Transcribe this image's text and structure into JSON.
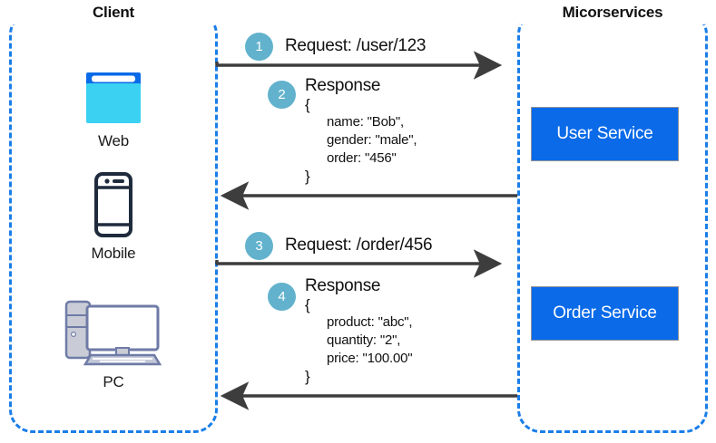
{
  "diagram": {
    "type": "sequence-flow",
    "colors": {
      "panel_border": "#1a7ee8",
      "service_box": "#0a6ae8",
      "step_circle": "#62b2cd",
      "arrow": "#3d3d3d",
      "text": "#111111"
    }
  },
  "client": {
    "title": "Client",
    "devices": [
      {
        "icon": "web-browser-icon",
        "label": "Web"
      },
      {
        "icon": "mobile-phone-icon",
        "label": "Mobile"
      },
      {
        "icon": "desktop-pc-icon",
        "label": "PC"
      }
    ]
  },
  "services": {
    "title": "Micorservices",
    "boxes": [
      {
        "label": "User Service"
      },
      {
        "label": "Order Service"
      }
    ]
  },
  "messages": [
    {
      "step": "1",
      "direction": "client-to-service",
      "label": "Request: /user/123"
    },
    {
      "step": "2",
      "direction": "service-to-client",
      "label": "Response",
      "open_brace": "{",
      "close_brace": "}",
      "body": [
        "name: \"Bob\",",
        "gender: \"male\",",
        "order: \"456\""
      ]
    },
    {
      "step": "3",
      "direction": "client-to-service",
      "label": "Request: /order/456"
    },
    {
      "step": "4",
      "direction": "service-to-client",
      "label": "Response",
      "open_brace": "{",
      "close_brace": "}",
      "body": [
        "product: \"abc\",",
        "quantity: \"2\",",
        "price: \"100.00\""
      ]
    }
  ]
}
